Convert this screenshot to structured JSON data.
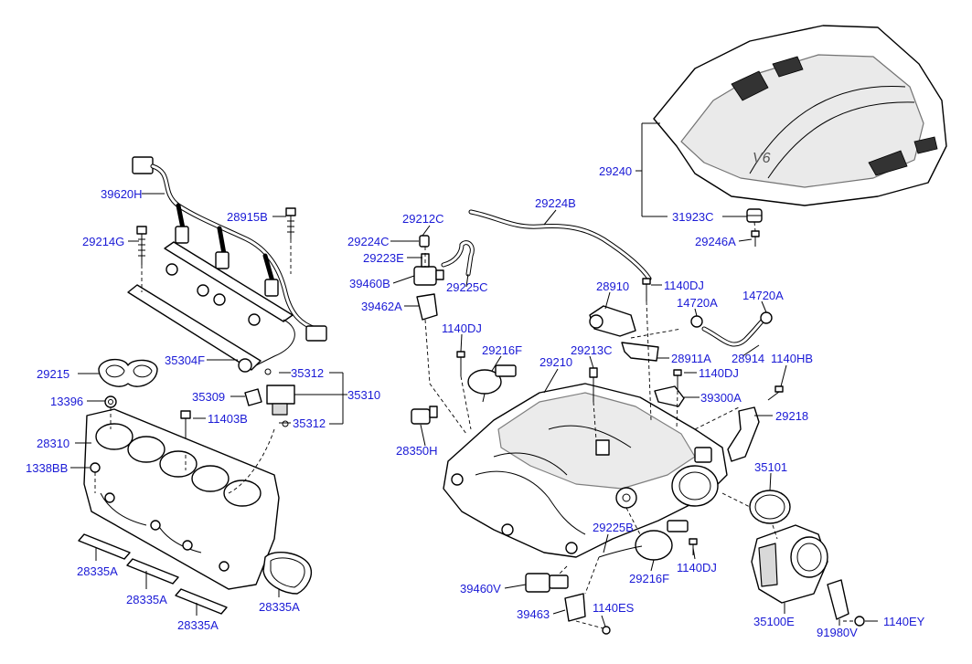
{
  "labels": {
    "p39620H": "39620H",
    "p28915B": "28915B",
    "p29214G": "29214G",
    "p35304F": "35304F",
    "p29215": "29215",
    "p13396": "13396",
    "p35312a": "35312",
    "p35309": "35309",
    "p35310": "35310",
    "p11403B": "11403B",
    "p35312b": "35312",
    "p28310": "28310",
    "p1338BB": "1338BB",
    "p28335A_1": "28335A",
    "p28335A_2": "28335A",
    "p28335A_3": "28335A",
    "p28335A_4": "28335A",
    "p29224B": "29224B",
    "p29212C": "29212C",
    "p29224C": "29224C",
    "p29223E": "29223E",
    "p39460B": "39460B",
    "p29225C": "29225C",
    "p39462A": "39462A",
    "p1140DJ_a": "1140DJ",
    "p29216F_a": "29216F",
    "p29210": "29210",
    "p29213C": "29213C",
    "p28350H": "28350H",
    "p28910": "28910",
    "p1140DJ_b": "1140DJ",
    "p14720A_a": "14720A",
    "p14720A_b": "14720A",
    "p28911A": "28911A",
    "p28914": "28914",
    "p1140HB": "1140HB",
    "p1140DJ_c": "1140DJ",
    "p39300A": "39300A",
    "p29218": "29218",
    "p29240": "29240",
    "p31923C": "31923C",
    "p29246A": "29246A",
    "p35101": "35101",
    "p29225B": "29225B",
    "p29216F_b": "29216F",
    "p1140DJ_d": "1140DJ",
    "p39460V": "39460V",
    "p39463": "39463",
    "p1140ES": "1140ES",
    "p35100E": "35100E",
    "p91980V": "91980V",
    "p1140EY": "1140EY"
  }
}
